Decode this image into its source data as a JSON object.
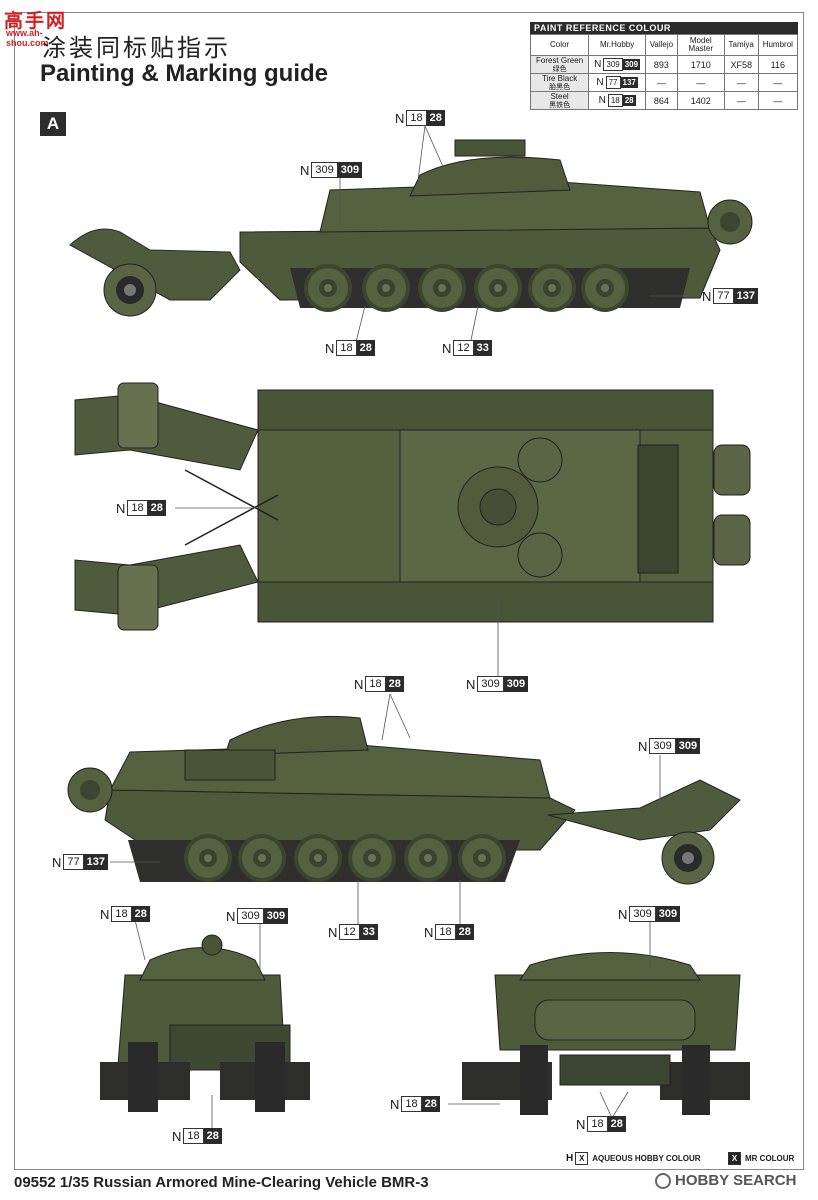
{
  "header": {
    "title_cn": "涂装同标贴指示",
    "title_en": "Painting & Marking guide",
    "sheet_label": "A",
    "logo_cn": "高手网",
    "logo_url": "www.ah-shou.com"
  },
  "paint_reference": {
    "title": "PAINT REFERENCE COLOUR",
    "columns": [
      "Color",
      "Mr.Hobby",
      "Vallejo",
      "Model Master",
      "Tamiya",
      "Humbrol"
    ],
    "rows": [
      {
        "name": "Forest Green",
        "name_cn": "绿色",
        "n": "N",
        "w": "309",
        "b": "309",
        "vallejo": "893",
        "model_master": "1710",
        "tamiya": "XF58",
        "humbrol": "116"
      },
      {
        "name": "Tire Black",
        "name_cn": "胎黑色",
        "n": "N",
        "w": "77",
        "b": "137",
        "vallejo": "—",
        "model_master": "—",
        "tamiya": "—",
        "humbrol": "—"
      },
      {
        "name": "Steel",
        "name_cn": "黑铁色",
        "n": "N",
        "w": "18",
        "b": "28",
        "vallejo": "864",
        "model_master": "1402",
        "tamiya": "—",
        "humbrol": "—"
      }
    ]
  },
  "callouts": [
    {
      "n": "N",
      "w": "18",
      "b": "28"
    },
    {
      "n": "N",
      "w": "309",
      "b": "309"
    },
    {
      "n": "N",
      "w": "77",
      "b": "137"
    },
    {
      "n": "N",
      "w": "18",
      "b": "28"
    },
    {
      "n": "N",
      "w": "12",
      "b": "33"
    },
    {
      "n": "N",
      "w": "18",
      "b": "28"
    },
    {
      "n": "N",
      "w": "309",
      "b": "309"
    },
    {
      "n": "N",
      "w": "18",
      "b": "28"
    },
    {
      "n": "N",
      "w": "309",
      "b": "309"
    },
    {
      "n": "N",
      "w": "77",
      "b": "137"
    },
    {
      "n": "N",
      "w": "12",
      "b": "33"
    },
    {
      "n": "N",
      "w": "18",
      "b": "28"
    },
    {
      "n": "N",
      "w": "18",
      "b": "28"
    },
    {
      "n": "N",
      "w": "309",
      "b": "309"
    },
    {
      "n": "N",
      "w": "309",
      "b": "309"
    },
    {
      "n": "N",
      "w": "18",
      "b": "28"
    },
    {
      "n": "N",
      "w": "18",
      "b": "28"
    },
    {
      "n": "N",
      "w": "18",
      "b": "28"
    }
  ],
  "legend": {
    "aqueous_mark": "H",
    "aqueous_box": "X",
    "aqueous_label": "AQUEOUS HOBBY COLOUR",
    "mr_box": "X",
    "mr_label": "MR COLOUR"
  },
  "footer": {
    "title": "09552 1/35 Russian Armored Mine-Clearing Vehicle BMR-3",
    "watermark": "HOBBY SEARCH"
  },
  "colors": {
    "forest_green": "#4f5a3a",
    "forest_green_dark": "#3c4530",
    "tire_black": "#2a2a2a",
    "steel": "#5a5c5e"
  }
}
